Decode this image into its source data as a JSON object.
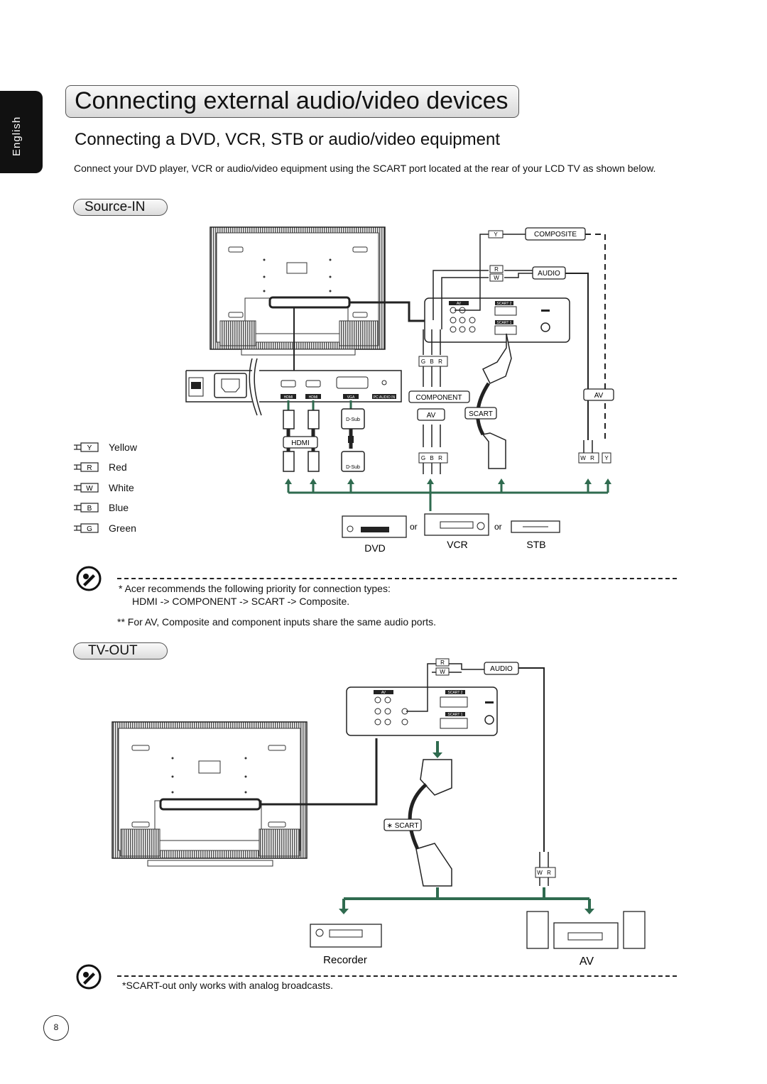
{
  "sidebar": {
    "language": "English"
  },
  "header": {
    "title": "Connecting external audio/video devices"
  },
  "section": {
    "subtitle": "Connecting a DVD, VCR, STB or audio/video equipment",
    "intro": "Connect your DVD player, VCR or audio/video equipment using the SCART port located at the rear of your LCD TV as shown below."
  },
  "source_in": {
    "heading": "Source-IN",
    "legend": [
      {
        "code": "Y",
        "label": "Yellow"
      },
      {
        "code": "R",
        "label": "Red"
      },
      {
        "code": "W",
        "label": "White"
      },
      {
        "code": "B",
        "label": "Blue"
      },
      {
        "code": "G",
        "label": "Green"
      }
    ],
    "diagram": {
      "composite": "COMPOSITE",
      "audio": "AUDIO",
      "component": "COMPONENT",
      "av": "AV",
      "scart": "SCART",
      "av_right": "AV",
      "hdmi": "HDMI",
      "dsub": "D-Sub",
      "port_hdmi1": "HDMI",
      "port_hdmi2": "HDMI",
      "port_vga": "VGA",
      "port_pc_audio": "PC AUDIO IN",
      "panel_av": "AV",
      "panel_scart1": "SCART 1",
      "panel_scart2": "SCART 2",
      "or1": "or",
      "or2": "or",
      "dvd": "DVD",
      "vcr": "VCR",
      "stb": "STB",
      "plug_y": "Y",
      "plug_r": "R",
      "plug_w": "W",
      "plug_g": "G",
      "plug_b": "B"
    },
    "notes": {
      "line1": "*   Acer recommends the following priority for connection types:",
      "line2": "HDMI -> COMPONENT -> SCART ->  Composite.",
      "line3": "** For AV, Composite and component inputs share the same audio ports."
    }
  },
  "tv_out": {
    "heading": "TV-OUT",
    "diagram": {
      "audio": "AUDIO",
      "scart": "∗ SCART",
      "recorder": "Recorder",
      "av": "AV",
      "plug_r": "R",
      "plug_w": "W",
      "panel_av": "AV",
      "panel_scart1": "SCART 1",
      "panel_scart2": "SCART 2"
    },
    "note": "*SCART-out only works with analog broadcasts."
  },
  "footer": {
    "page_number": "8"
  }
}
